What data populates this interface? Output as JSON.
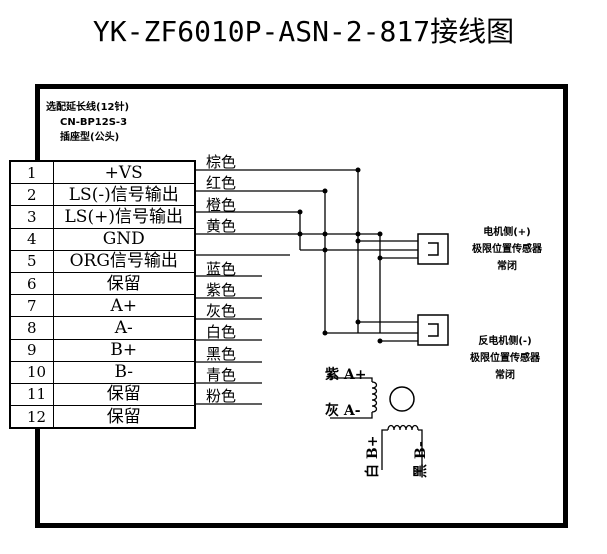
{
  "title": "YK-ZF6010P-ASN-2-817接线图",
  "cable_note": {
    "line1": "选配延长线(12针)",
    "line2": "CN-BP12S-3",
    "line3": "插座型(公头)"
  },
  "pins": [
    {
      "num": "1",
      "signal": "+VS",
      "wire_color": "棕色"
    },
    {
      "num": "2",
      "signal": "LS(-)信号输出",
      "wire_color": "红色"
    },
    {
      "num": "3",
      "signal": "LS(+)信号输出",
      "wire_color": "橙色"
    },
    {
      "num": "4",
      "signal": "GND",
      "wire_color": "黄色"
    },
    {
      "num": "5",
      "signal": "ORG信号输出",
      "wire_color": ""
    },
    {
      "num": "6",
      "signal": "保留",
      "wire_color": "蓝色"
    },
    {
      "num": "7",
      "signal": "A+",
      "wire_color": "紫色"
    },
    {
      "num": "8",
      "signal": "A-",
      "wire_color": "灰色"
    },
    {
      "num": "9",
      "signal": "B+",
      "wire_color": "白色"
    },
    {
      "num": "10",
      "signal": "B-",
      "wire_color": "黑色"
    },
    {
      "num": "11",
      "signal": "保留",
      "wire_color": "青色"
    },
    {
      "num": "12",
      "signal": "保留",
      "wire_color": "粉色"
    }
  ],
  "sensor_plus": {
    "line1": "电机侧(+)",
    "line2": "极限位置传感器",
    "line3": "常闭"
  },
  "sensor_minus": {
    "line1": "反电机侧(-)",
    "line2": "极限位置传感器",
    "line3": "常闭"
  },
  "motor": {
    "purple_label": "紫 A+",
    "gray_label": "灰 A-",
    "white_label": "白 B+",
    "black_label": "黑 B-"
  }
}
